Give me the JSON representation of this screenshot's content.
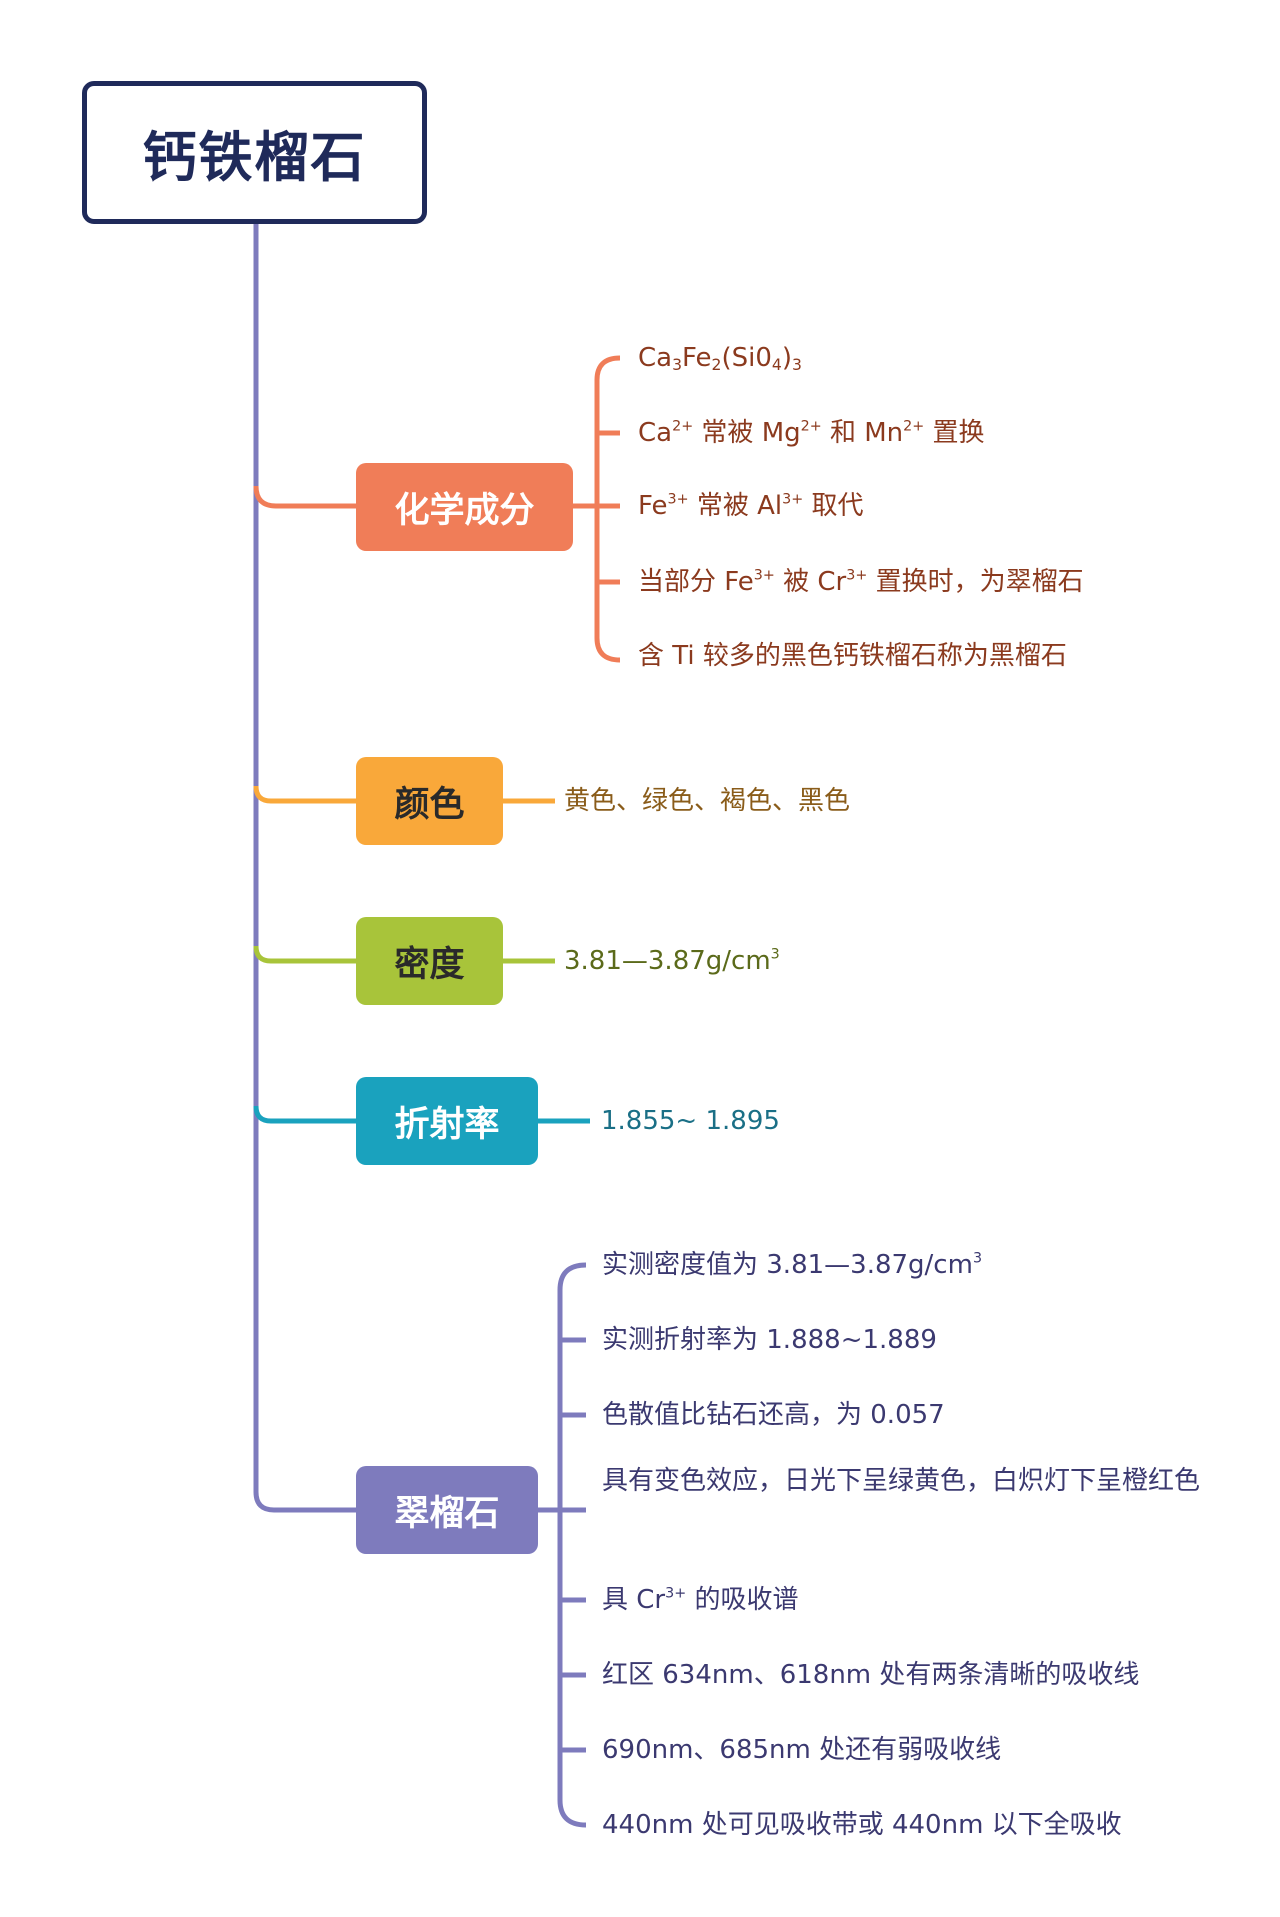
{
  "root": {
    "title": "钙铁榴石"
  },
  "colors": {
    "spine": "#7e7bbd",
    "chem": "#f07d58",
    "color": "#f9a83a",
    "density": "#a8c43a",
    "refraction": "#1aa2be",
    "demantoid": "#7e7bbd"
  },
  "branches": {
    "chemistry": {
      "label": "化学成分",
      "items": [
        {
          "segments": [
            {
              "t": "Ca"
            },
            {
              "t": "3",
              "sub": true
            },
            {
              "t": "Fe"
            },
            {
              "t": "2",
              "sub": true
            },
            {
              "t": "(Si0"
            },
            {
              "t": "4",
              "sub": true
            },
            {
              "t": ")"
            },
            {
              "t": "3",
              "sub": true
            }
          ]
        },
        {
          "segments": [
            {
              "t": "Ca"
            },
            {
              "t": "2+",
              "sup": true
            },
            {
              "t": " 常被 Mg"
            },
            {
              "t": "2+",
              "sup": true
            },
            {
              "t": " 和 Mn"
            },
            {
              "t": "2+",
              "sup": true
            },
            {
              "t": " 置换"
            }
          ]
        },
        {
          "segments": [
            {
              "t": "Fe"
            },
            {
              "t": "3+",
              "sup": true
            },
            {
              "t": " 常被 Al"
            },
            {
              "t": "3+",
              "sup": true
            },
            {
              "t": " 取代"
            }
          ]
        },
        {
          "segments": [
            {
              "t": "当部分 Fe"
            },
            {
              "t": "3+",
              "sup": true
            },
            {
              "t": " 被 Cr"
            },
            {
              "t": "3+",
              "sup": true
            },
            {
              "t": " 置换时，为翠榴石"
            }
          ]
        },
        {
          "segments": [
            {
              "t": "含 Ti 较多的黑色钙铁榴石称为黑榴石"
            }
          ]
        }
      ]
    },
    "color": {
      "label": "颜色",
      "value": "黄色、绿色、褐色、黑色"
    },
    "density": {
      "label": "密度",
      "segments": [
        {
          "t": "3.81—3.87g/cm"
        },
        {
          "t": "3",
          "sup": true
        }
      ]
    },
    "refraction": {
      "label": "折射率",
      "value": "1.855~ 1.895"
    },
    "demantoid": {
      "label": "翠榴石",
      "items": [
        {
          "segments": [
            {
              "t": "实测密度值为 3.81—3.87g/cm"
            },
            {
              "t": "3",
              "sup": true
            }
          ]
        },
        {
          "segments": [
            {
              "t": "实测折射率为 1.888~1.889"
            }
          ]
        },
        {
          "segments": [
            {
              "t": "色散值比钻石还高，为 0.057"
            }
          ]
        },
        {
          "segments": [
            {
              "t": "具有变色效应，日光下呈绿黄色，白炽灯下呈橙红色"
            }
          ]
        },
        {
          "segments": [
            {
              "t": "具 Cr"
            },
            {
              "t": "3+",
              "sup": true
            },
            {
              "t": " 的吸收谱"
            }
          ]
        },
        {
          "segments": [
            {
              "t": "红区 634nm、618nm 处有两条清晰的吸收线"
            }
          ]
        },
        {
          "segments": [
            {
              "t": "690nm、685nm 处还有弱吸收线"
            }
          ]
        },
        {
          "segments": [
            {
              "t": "440nm 处可见吸收带或 440nm 以下全吸收"
            }
          ]
        }
      ]
    }
  }
}
